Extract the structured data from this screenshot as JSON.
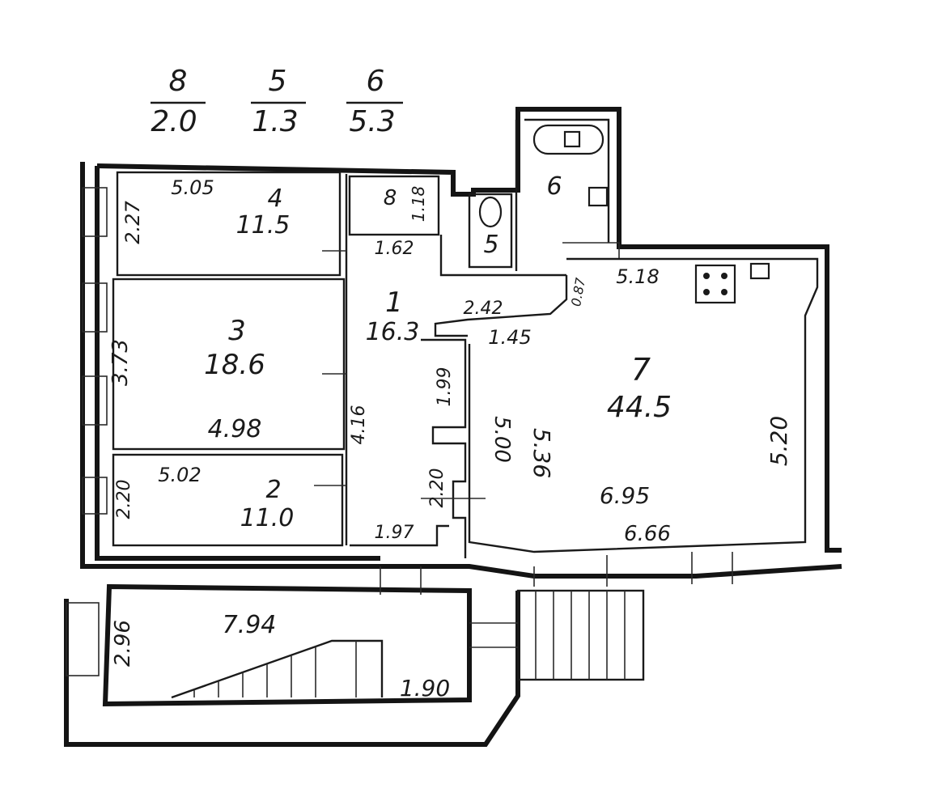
{
  "legend": [
    {
      "number": "8",
      "area": "2.0"
    },
    {
      "number": "5",
      "area": "1.3"
    },
    {
      "number": "6",
      "area": "5.3"
    }
  ],
  "rooms": {
    "r1": {
      "number": "1",
      "area": "16.3"
    },
    "r2": {
      "number": "2",
      "area": "11.0"
    },
    "r3": {
      "number": "3",
      "area": "18.6"
    },
    "r4": {
      "number": "4",
      "area": "11.5"
    },
    "r5": {
      "number": "5"
    },
    "r6": {
      "number": "6"
    },
    "r7": {
      "number": "7",
      "area": "44.5"
    },
    "r8": {
      "number": "8"
    }
  },
  "dims": {
    "d505": "5.05",
    "d227": "2.27",
    "d118": "1.18",
    "d162": "1.62",
    "d373": "3.73",
    "d498": "4.98",
    "d416": "4.16",
    "d502": "5.02",
    "d220a": "2.20",
    "d197": "1.97",
    "d199": "1.99",
    "d220b": "2.20",
    "d242": "2.42",
    "d145": "1.45",
    "d087": "0.87",
    "d518": "5.18",
    "d500": "5.00",
    "d536": "5.36",
    "d695": "6.95",
    "d666": "6.66",
    "d520": "5.20",
    "d794": "7.94",
    "d296": "2.96",
    "d190": "1.90"
  }
}
